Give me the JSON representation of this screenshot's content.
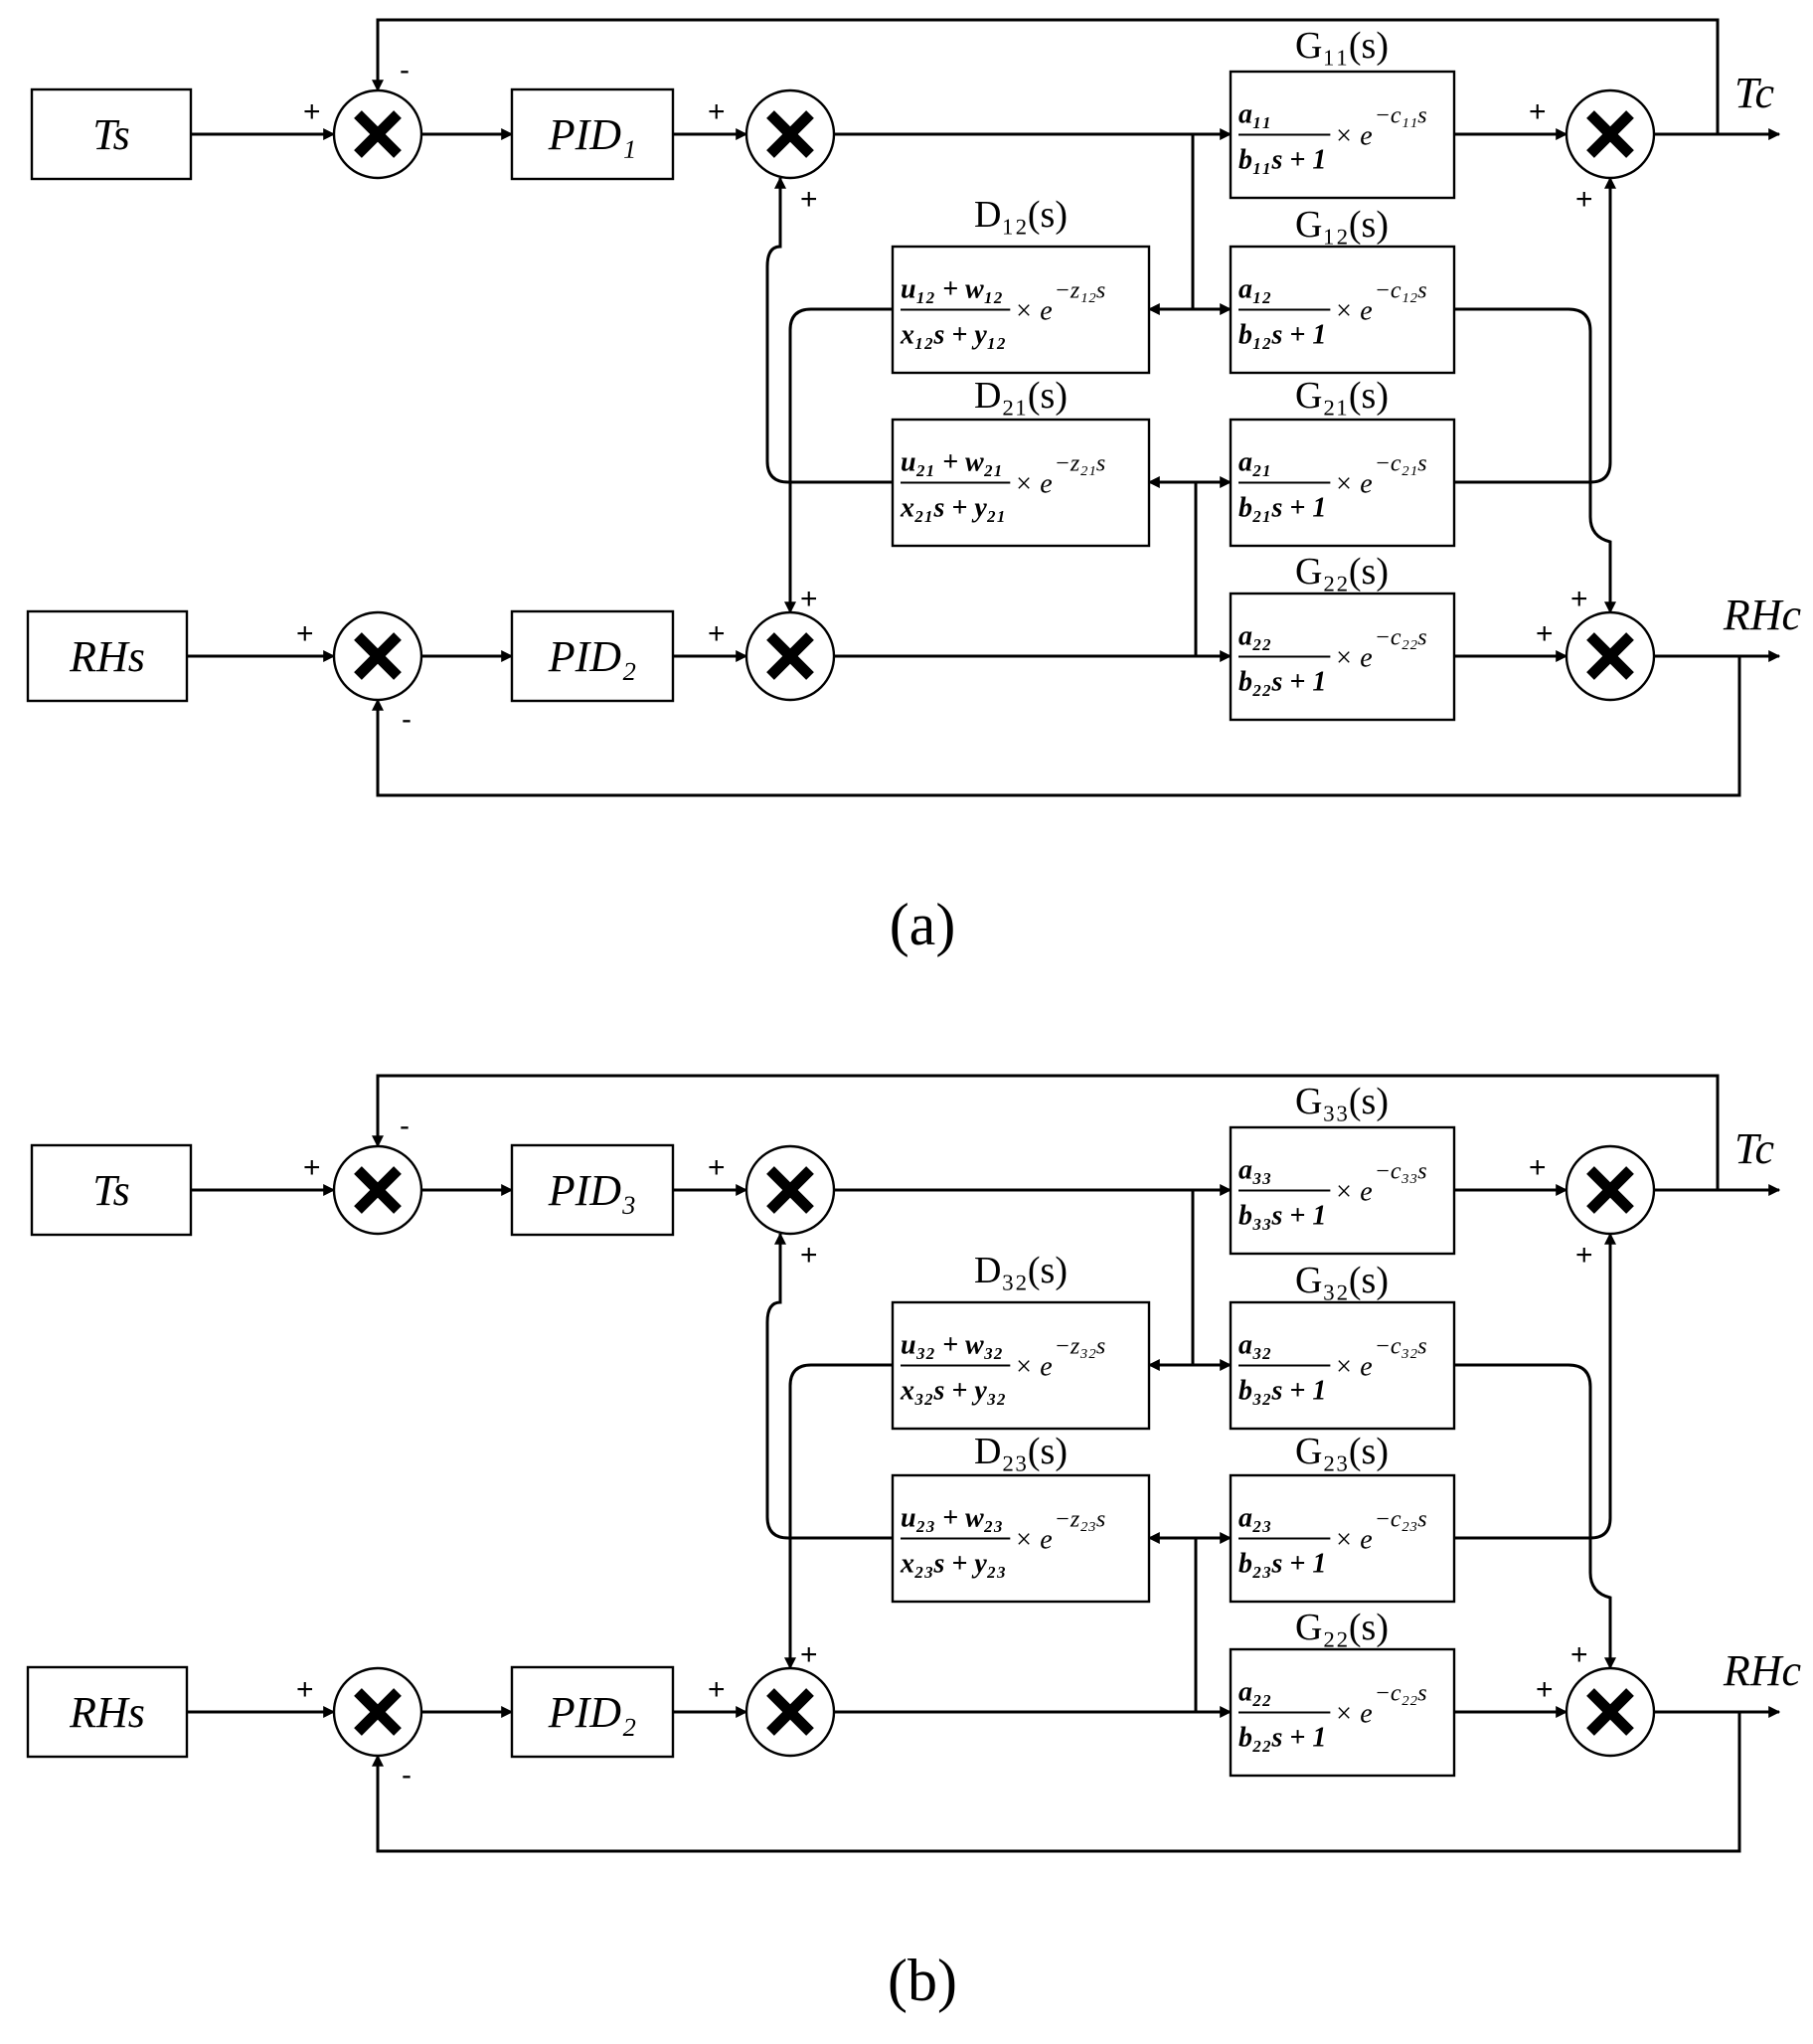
{
  "panels": [
    {
      "caption": "(a)",
      "setpoint_top": "Ts",
      "setpoint_bottom": "RHs",
      "pid_top": "PID₁",
      "pid_bottom": "PID₂",
      "output_top": "Tc",
      "output_bottom": "RHc",
      "decoupler_upper": {
        "title": "D₁₂(s)",
        "numerator": "u₁₂ + w₁₂",
        "denominator": "x₁₂s + y₁₂",
        "tail": "× e",
        "exponent": "−z₁₂s"
      },
      "decoupler_lower": {
        "title": "D₂₁(s)",
        "numerator": "u₂₁ + w₂₁",
        "denominator": "x₂₁s + y₂₁",
        "tail": "× e",
        "exponent": "−z₂₁s"
      },
      "plants": [
        {
          "title": "G₁₁(s)",
          "numerator": "a₁₁",
          "denominator": "b₁₁s + 1",
          "tail": "× e",
          "exponent": "−c₁₁s"
        },
        {
          "title": "G₁₂(s)",
          "numerator": "a₁₂",
          "denominator": "b₁₂s + 1",
          "tail": "× e",
          "exponent": "−c₁₂s"
        },
        {
          "title": "G₂₁(s)",
          "numerator": "a₂₁",
          "denominator": "b₂₁s + 1",
          "tail": "× e",
          "exponent": "−c₂₁s"
        },
        {
          "title": "G₂₂(s)",
          "numerator": "a₂₂",
          "denominator": "b₂₂s + 1",
          "tail": "× e",
          "exponent": "−c₂₂s"
        }
      ]
    },
    {
      "caption": "(b)",
      "setpoint_top": "Ts",
      "setpoint_bottom": "RHs",
      "pid_top": "PID₃",
      "pid_bottom": "PID₂",
      "output_top": "Tc",
      "output_bottom": "RHc",
      "decoupler_upper": {
        "title": "D₃₂(s)",
        "numerator": "u₃₂ + w₃₂",
        "denominator": "x₃₂s + y₃₂",
        "tail": "× e",
        "exponent": "−z₃₂s"
      },
      "decoupler_lower": {
        "title": "D₂₃(s)",
        "numerator": "u₂₃ + w₂₃",
        "denominator": "x₂₃s + y₂₃",
        "tail": "× e",
        "exponent": "−z₂₃s"
      },
      "plants": [
        {
          "title": "G₃₃(s)",
          "numerator": "a₃₃",
          "denominator": "b₃₃s + 1",
          "tail": "× e",
          "exponent": "−c₃₃s"
        },
        {
          "title": "G₃₂(s)",
          "numerator": "a₃₂",
          "denominator": "b₃₂s + 1",
          "tail": "× e",
          "exponent": "−c₃₂s"
        },
        {
          "title": "G₂₃(s)",
          "numerator": "a₂₃",
          "denominator": "b₂₃s + 1",
          "tail": "× e",
          "exponent": "−c₂₃s"
        },
        {
          "title": "G₂₂(s)",
          "numerator": "a₂₂",
          "denominator": "b₂₂s + 1",
          "tail": "× e",
          "exponent": "−c₂₂s"
        }
      ]
    }
  ],
  "signs": {
    "plus": "+",
    "minus": "-"
  }
}
